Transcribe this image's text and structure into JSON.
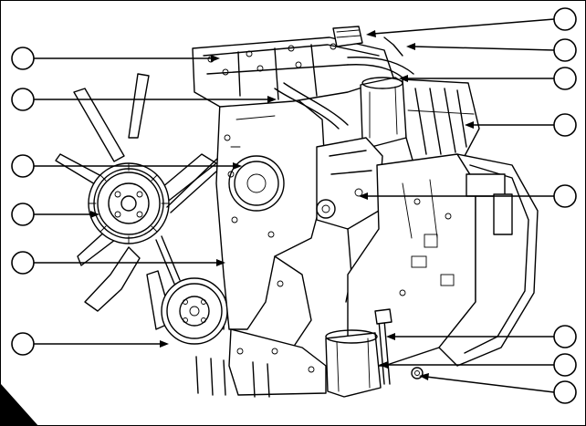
{
  "figure": {
    "callouts": {
      "left": [
        {
          "id": "L1"
        },
        {
          "id": "L2"
        },
        {
          "id": "L3"
        },
        {
          "id": "L4"
        },
        {
          "id": "L5"
        },
        {
          "id": "L6"
        }
      ],
      "right": [
        {
          "id": "R1"
        },
        {
          "id": "R2"
        },
        {
          "id": "R3"
        },
        {
          "id": "R4"
        },
        {
          "id": "R5"
        },
        {
          "id": "R6"
        },
        {
          "id": "R7"
        },
        {
          "id": "R8"
        }
      ]
    },
    "corner_tab_color": "#000000",
    "line_color": "#000000",
    "background_color": "#ffffff"
  }
}
